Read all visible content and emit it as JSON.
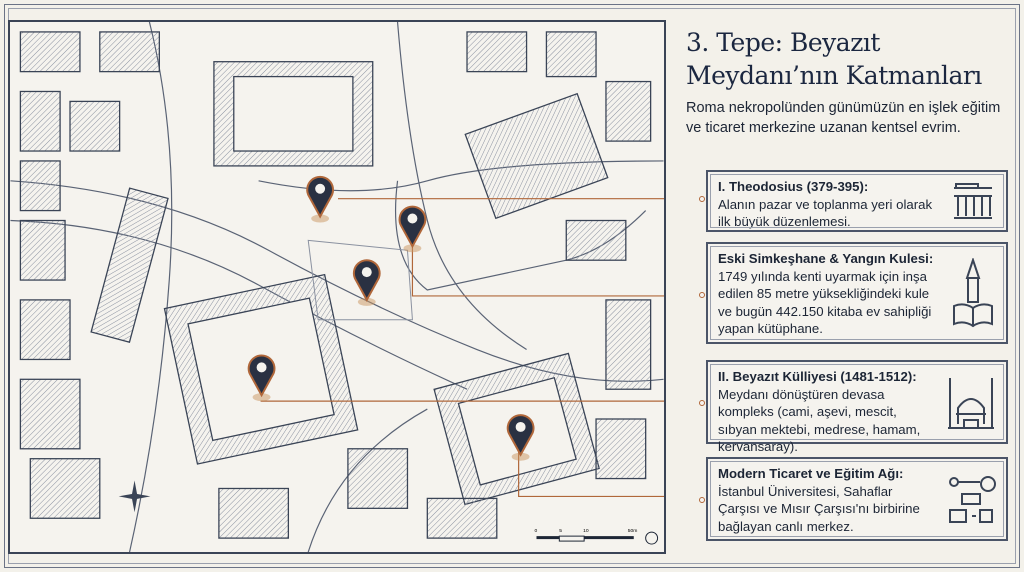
{
  "title": "3. Tepe: Beyazıt Meydanı’nın Katmanları",
  "subtitle": "Roma nekropolünden günümüzün en işlek eğitim ve ticaret merkezine uzanan kentsel evrim.",
  "cards": [
    {
      "title": "I. Theodosius (379-395):",
      "text": "Alanın pazar ve toplanma yeri olarak ilk büyük düzenlemesi.",
      "icon": "roman-forum-icon"
    },
    {
      "title": "Eski Simkeşhane & Yangın Kulesi:",
      "text": "1749 yılında kenti uyarmak için inşa edilen 85 metre yüksekliğindeki kule ve bugün 442.150 kitaba ev sahipliği yapan kütüphane.",
      "icon": "tower-book-icon"
    },
    {
      "title": "II. Beyazıt Külliyesi (1481-1512):",
      "text": "Meydanı dönüştüren devasa kompleks (cami, aşevi, mescit, sıbyan mektebi, medrese, hamam, kervansaray).",
      "icon": "mosque-icon"
    },
    {
      "title": "Modern Ticaret ve Eğitim Ağı:",
      "text": "İstanbul Üniversitesi, Sahaflar Çarşısı ve Mısır Çarşısı'nı birbirine bağlayan canlı merkez.",
      "icon": "network-icon"
    }
  ],
  "scale": {
    "labels": [
      "0",
      "5",
      "10",
      "50m"
    ]
  },
  "colors": {
    "accent": "#b0673a",
    "ink": "#3a4456"
  }
}
